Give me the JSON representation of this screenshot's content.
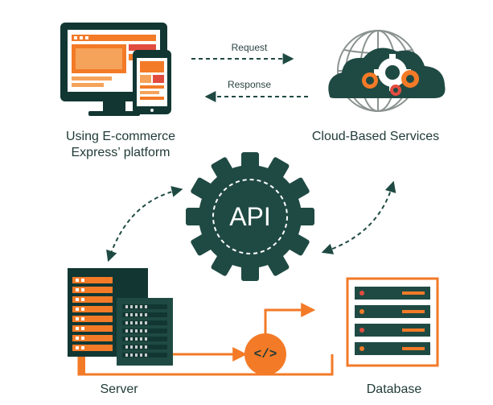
{
  "colors": {
    "dark_green": "#1f4a43",
    "deep_green": "#123733",
    "orange": "#f37a27",
    "orange_light": "#f5a35a",
    "red": "#e24c3f",
    "gray": "#8a938f",
    "light_gray": "#c8cccb",
    "white": "#ffffff"
  },
  "nodes": {
    "client": {
      "label_line1": "Using E-commerce",
      "label_line2": "Express’ platform",
      "icon": "monitor-and-phone-icon"
    },
    "cloud": {
      "label": "Cloud-Based Services",
      "icon": "cloud-gears-globe-icon"
    },
    "api": {
      "label": "API",
      "icon": "gear-icon"
    },
    "server": {
      "label": "Server",
      "icon": "server-rack-icon"
    },
    "database": {
      "label": "Database",
      "icon": "database-icon"
    },
    "code": {
      "label": "</>",
      "icon": "code-icon"
    }
  },
  "edges": {
    "request": {
      "label": "Request",
      "from": "client",
      "to": "cloud"
    },
    "response": {
      "label": "Response",
      "from": "cloud",
      "to": "client"
    },
    "server_to_database": {
      "from": "server",
      "to": "database",
      "via": "code"
    }
  }
}
